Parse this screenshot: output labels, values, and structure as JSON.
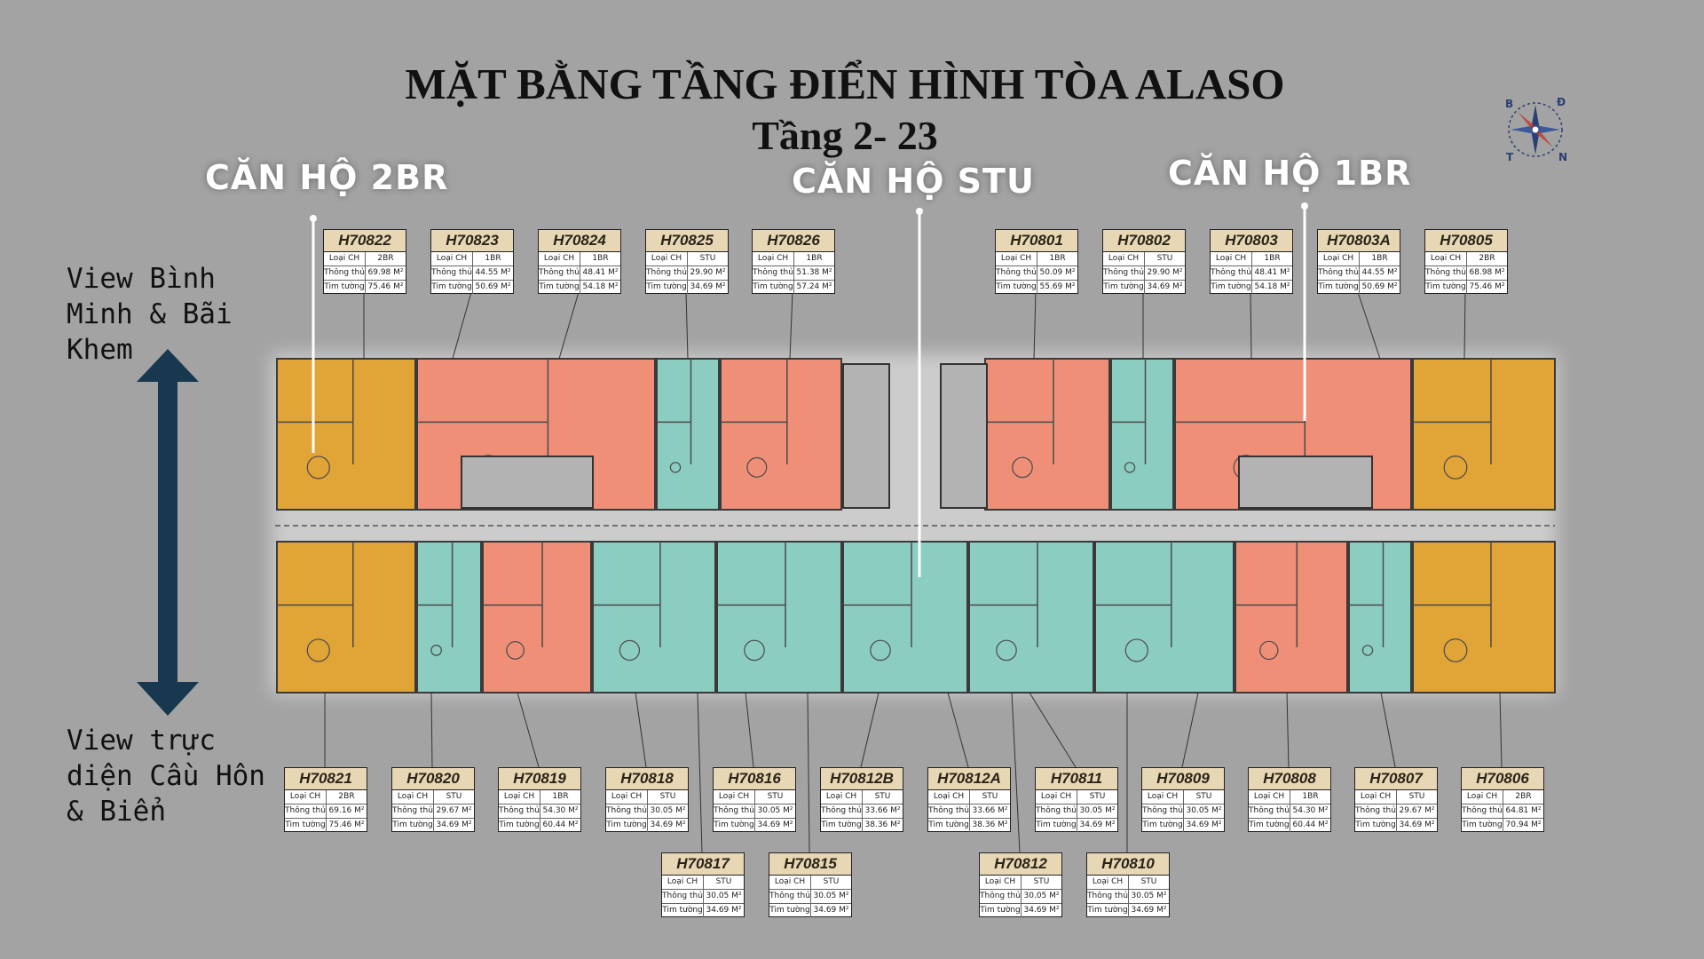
{
  "title": {
    "line1": "MẶT BẰNG TẦNG ĐIỂN HÌNH TÒA ALASO",
    "line2": "Tầng 2- 23"
  },
  "type_labels": {
    "br2": "CĂN HỘ 2BR",
    "stu": "CĂN HỘ STU",
    "br1": "CĂN HỘ 1BR"
  },
  "view_labels": {
    "top": "View Bình Minh & Bãi Khem",
    "bottom": "View trực diện Cầu Hôn & Biển"
  },
  "compass": {
    "b": "B",
    "d": "Đ",
    "t": "T",
    "n": "N"
  },
  "field_labels": {
    "type": "Loại CH",
    "net": "Thông thủy",
    "gross": "Tim tường"
  },
  "colors": {
    "br2": "#e0a437",
    "br1": "#ef8f78",
    "stu": "#8ccdc1",
    "core": "#b3b3b3",
    "arrow": "#17384f",
    "background": "#a3a3a3"
  },
  "units_top": [
    {
      "code": "H70822",
      "type": "2BR",
      "net": "69.98 M²",
      "gross": "75.46 M²"
    },
    {
      "code": "H70823",
      "type": "1BR",
      "net": "44.55 M²",
      "gross": "50.69 M²"
    },
    {
      "code": "H70824",
      "type": "1BR",
      "net": "48.41 M²",
      "gross": "54.18 M²"
    },
    {
      "code": "H70825",
      "type": "STU",
      "net": "29.90 M²",
      "gross": "34.69 M²"
    },
    {
      "code": "H70826",
      "type": "1BR",
      "net": "51.38 M²",
      "gross": "57.24 M²"
    },
    {
      "code": "H70801",
      "type": "1BR",
      "net": "50.09 M²",
      "gross": "55.69 M²"
    },
    {
      "code": "H70802",
      "type": "STU",
      "net": "29.90 M²",
      "gross": "34.69 M²"
    },
    {
      "code": "H70803",
      "type": "1BR",
      "net": "48.41 M²",
      "gross": "54.18 M²"
    },
    {
      "code": "H70803A",
      "type": "1BR",
      "net": "44.55 M²",
      "gross": "50.69 M²"
    },
    {
      "code": "H70805",
      "type": "2BR",
      "net": "68.98 M²",
      "gross": "75.46 M²"
    }
  ],
  "units_bottom": [
    {
      "code": "H70821",
      "type": "2BR",
      "net": "69.16 M²",
      "gross": "75.46 M²"
    },
    {
      "code": "H70820",
      "type": "STU",
      "net": "29.67 M²",
      "gross": "34.69 M²"
    },
    {
      "code": "H70819",
      "type": "1BR",
      "net": "54.30 M²",
      "gross": "60.44 M²"
    },
    {
      "code": "H70818",
      "type": "STU",
      "net": "30.05 M²",
      "gross": "34.69 M²"
    },
    {
      "code": "H70816",
      "type": "STU",
      "net": "30.05 M²",
      "gross": "34.69 M²"
    },
    {
      "code": "H70812B",
      "type": "STU",
      "net": "33.66 M²",
      "gross": "38.36 M²"
    },
    {
      "code": "H70812A",
      "type": "STU",
      "net": "33.66 M²",
      "gross": "38.36 M²"
    },
    {
      "code": "H70811",
      "type": "STU",
      "net": "30.05 M²",
      "gross": "34.69 M²"
    },
    {
      "code": "H70809",
      "type": "STU",
      "net": "30.05 M²",
      "gross": "34.69 M²"
    },
    {
      "code": "H70808",
      "type": "1BR",
      "net": "54.30 M²",
      "gross": "60.44 M²"
    },
    {
      "code": "H70807",
      "type": "STU",
      "net": "29.67 M²",
      "gross": "34.69 M²"
    },
    {
      "code": "H70806",
      "type": "2BR",
      "net": "64.81 M²",
      "gross": "70.94 M²"
    }
  ],
  "units_lower": [
    {
      "code": "H70817",
      "type": "STU",
      "net": "30.05 M²",
      "gross": "34.69 M²"
    },
    {
      "code": "H70815",
      "type": "STU",
      "net": "30.05 M²",
      "gross": "34.69 M²"
    },
    {
      "code": "H70812",
      "type": "STU",
      "net": "30.05 M²",
      "gross": "34.69 M²"
    },
    {
      "code": "H70810",
      "type": "STU",
      "net": "30.05 M²",
      "gross": "34.69 M²"
    }
  ]
}
